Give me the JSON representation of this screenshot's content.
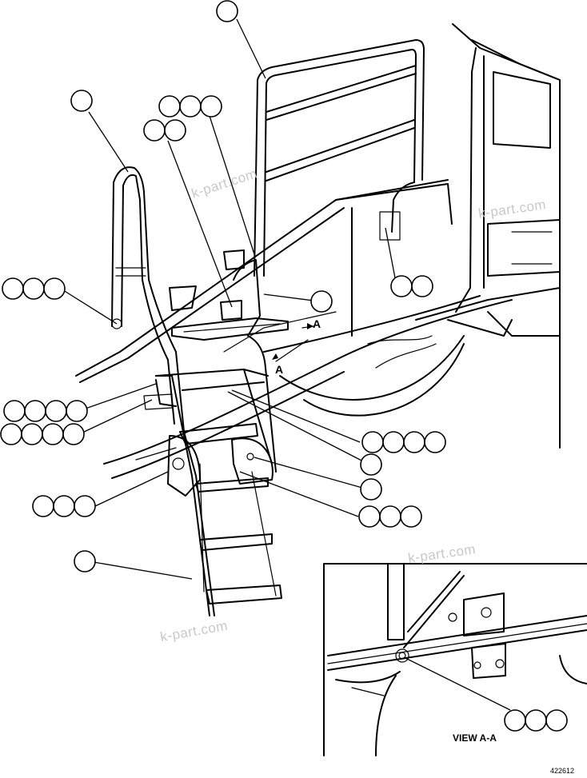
{
  "watermarks": [
    "k-part.com",
    "k-part.com",
    "k-part.com",
    "k-part.com"
  ],
  "section_marks": [
    "A",
    "A"
  ],
  "view_title": "VIEW A-A",
  "drawing_number": "422612",
  "callout_groups": [
    {
      "id": "g1",
      "count": 1
    },
    {
      "id": "g2",
      "count": 3
    },
    {
      "id": "g3",
      "count": 2
    },
    {
      "id": "g4",
      "count": 1
    },
    {
      "id": "g5",
      "count": 3
    },
    {
      "id": "g6",
      "count": 2
    },
    {
      "id": "g7",
      "count": 1
    },
    {
      "id": "g8",
      "count": 4
    },
    {
      "id": "g9",
      "count": 4
    },
    {
      "id": "g10",
      "count": 4
    },
    {
      "id": "g11",
      "count": 1
    },
    {
      "id": "g12",
      "count": 1
    },
    {
      "id": "g13",
      "count": 3
    },
    {
      "id": "g14",
      "count": 3
    },
    {
      "id": "g15",
      "count": 1
    },
    {
      "id": "g16",
      "count": 3
    }
  ]
}
